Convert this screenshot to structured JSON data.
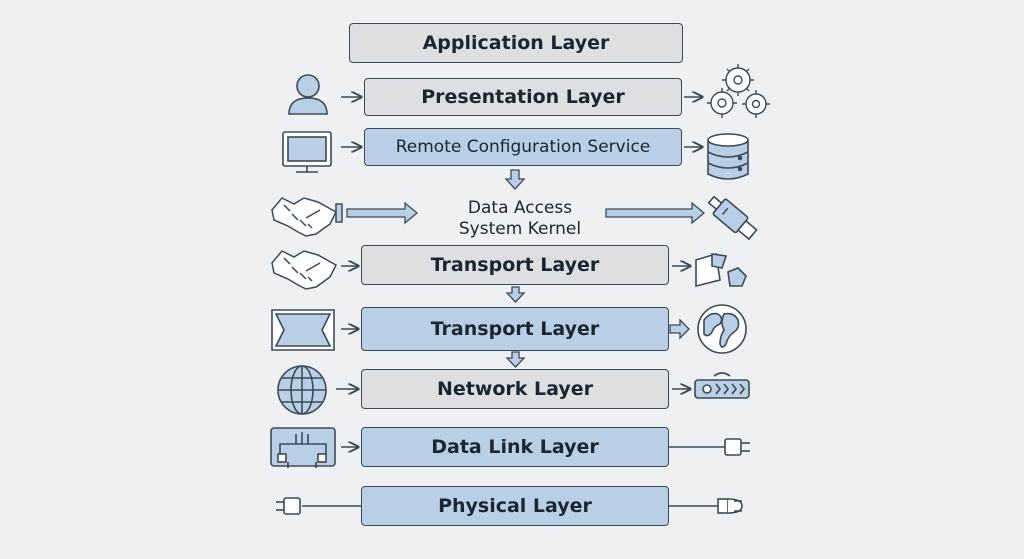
{
  "layers": [
    {
      "label": "Application Layer"
    },
    {
      "label": "Presentation Layer"
    },
    {
      "label": "Remote Configuration Service"
    },
    {
      "label_line1": "Data Access",
      "label_line2": "System Kernel"
    },
    {
      "label": "Transport Layer"
    },
    {
      "label": "Transport Layer"
    },
    {
      "label": "Network Layer"
    },
    {
      "label": "Data Link Layer"
    },
    {
      "label": "Physical Layer"
    }
  ],
  "colors": {
    "background": "#eef0f1",
    "box_gray": "#dddfe1",
    "box_blue": "#b8cfe6",
    "stroke": "#3c4a57"
  },
  "icons": {
    "left": [
      "user-icon",
      "monitor-icon",
      "handshake-icon",
      "handshake-icon",
      "ticket-icon",
      "globe-icon",
      "circuit-board-icon",
      "power-plug-icon"
    ],
    "right": [
      "gears-icon",
      "database-icon",
      "usb-connector-icon",
      "shapes-icon",
      "earth-icon",
      "data-stream-icon",
      "power-plug-icon",
      "ethernet-plug-icon"
    ]
  }
}
